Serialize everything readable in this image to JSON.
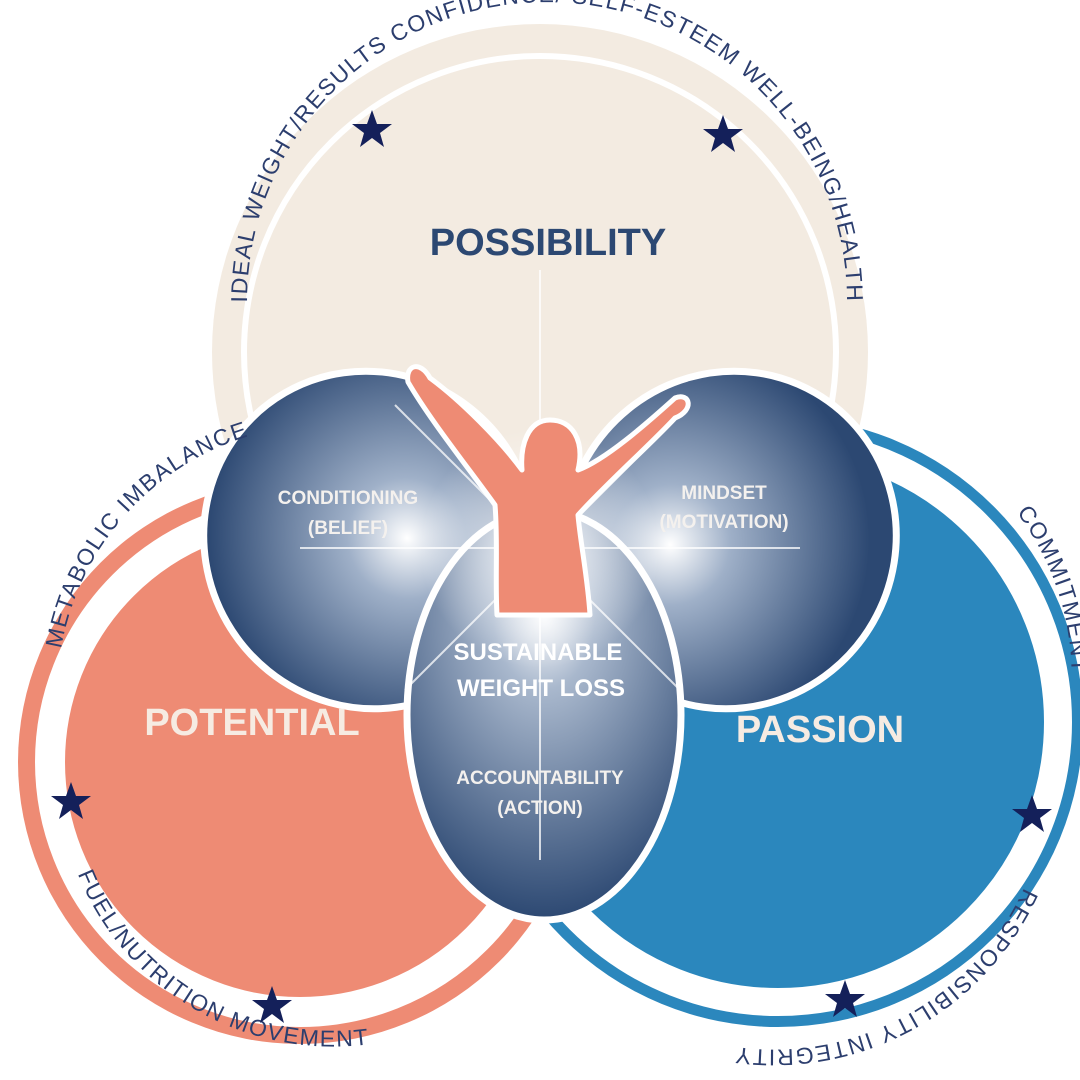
{
  "circles": {
    "possibility": {
      "title": "POSSIBILITY",
      "ring": [
        "IDEAL WEIGHT/RESULTS",
        "CONFIDENCE/ SELF-ESTEEM",
        "WELL-BEING/HEALTH"
      ]
    },
    "potential": {
      "title": "POTENTIAL",
      "ring": [
        "METABOLIC IMBALANCE",
        "FUEL/NUTRITION",
        "MOVEMENT"
      ]
    },
    "passion": {
      "title": "PASSION",
      "ring": [
        "COMMITMENT",
        "RESPONSIBILITY",
        "INTEGRITY"
      ]
    }
  },
  "overlaps": {
    "conditioning": [
      "CONDITIONING",
      "(BELIEF)"
    ],
    "mindset": [
      "MINDSET",
      "(MOTIVATION)"
    ],
    "center": [
      "SUSTAINABLE",
      "WEIGHT LOSS"
    ],
    "accountability": [
      "ACCOUNTABILITY",
      "(ACTION)"
    ]
  },
  "colors": {
    "possibility": "#f3ebe1",
    "potential": "#ee8b74",
    "passion": "#2b87bd",
    "overlap_dark": "#2c4872",
    "ring_text": "#2c3e6e",
    "star": "#14205a"
  },
  "icons": [
    "star-icon",
    "raised-arms-silhouette"
  ]
}
